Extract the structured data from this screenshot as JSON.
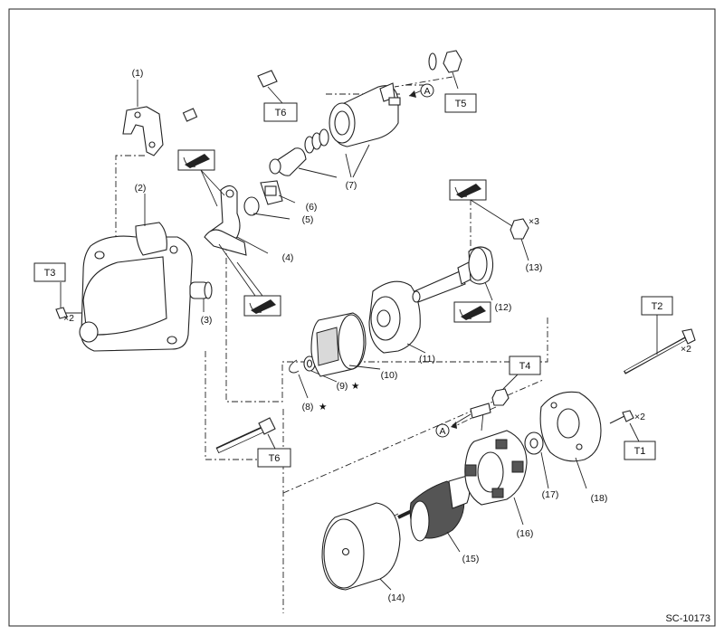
{
  "diagram": {
    "code": "SC-10173",
    "parts": [
      {
        "label": "(1)"
      },
      {
        "label": "(2)"
      },
      {
        "label": "(3)"
      },
      {
        "label": "(4)"
      },
      {
        "label": "(5)"
      },
      {
        "label": "(6)"
      },
      {
        "label": "(7)"
      },
      {
        "label": "(8)"
      },
      {
        "label": "(9)"
      },
      {
        "label": "(10)"
      },
      {
        "label": "(11)"
      },
      {
        "label": "(12)"
      },
      {
        "label": "(13)"
      },
      {
        "label": "(14)"
      },
      {
        "label": "(15)"
      },
      {
        "label": "(16)"
      },
      {
        "label": "(17)"
      },
      {
        "label": "(18)"
      }
    ],
    "star": "★",
    "torque": {
      "t1": "T1",
      "t2": "T2",
      "t3": "T3",
      "t4": "T4",
      "t5": "T5",
      "t6_top": "T6",
      "t6_bottom": "T6"
    },
    "multipliers": {
      "t2": "×2",
      "t1": "×2",
      "t3": "×2",
      "part13": "×3"
    },
    "marker_a": "A"
  }
}
